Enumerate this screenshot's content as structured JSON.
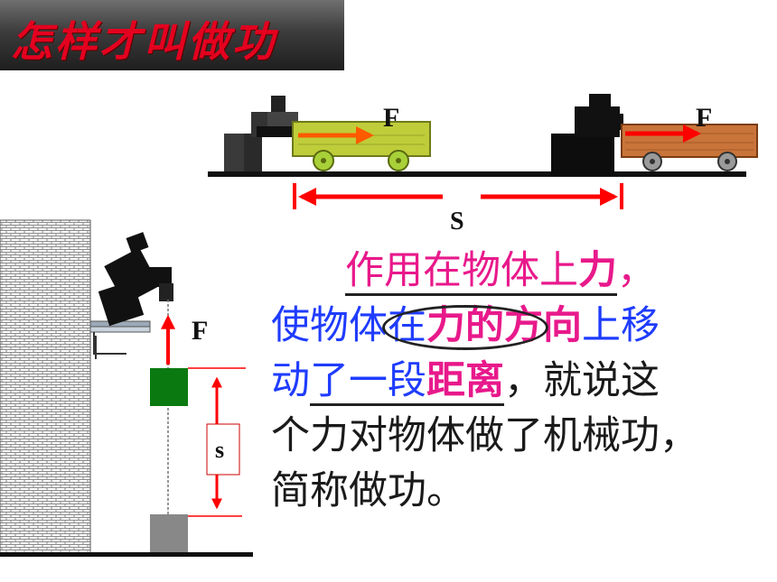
{
  "title": "怎样才叫做功",
  "labels": {
    "force_cart1": "F",
    "force_cart2": "F",
    "distance_top": "S",
    "force_lift": "F",
    "distance_lift": "s"
  },
  "definition": {
    "line1": {
      "a": "作用在物体上",
      "b": "力",
      "c": "，"
    },
    "line2": {
      "a": "使物体",
      "b": "在",
      "c": "力的方",
      "d": "向",
      "e": "上移"
    },
    "line3": {
      "a": "动",
      "b": "了一段",
      "c": "距离",
      "d": "，就说这"
    },
    "line4": "个力对物体做了机械功，",
    "line5": "简称做功。"
  },
  "colors": {
    "title_red": "#e4001f",
    "arrow_red": "#ff0000",
    "pink": "#e8198b",
    "blue": "#1f3cff",
    "green_block": "#0a7a10",
    "gray_block": "#888888"
  }
}
